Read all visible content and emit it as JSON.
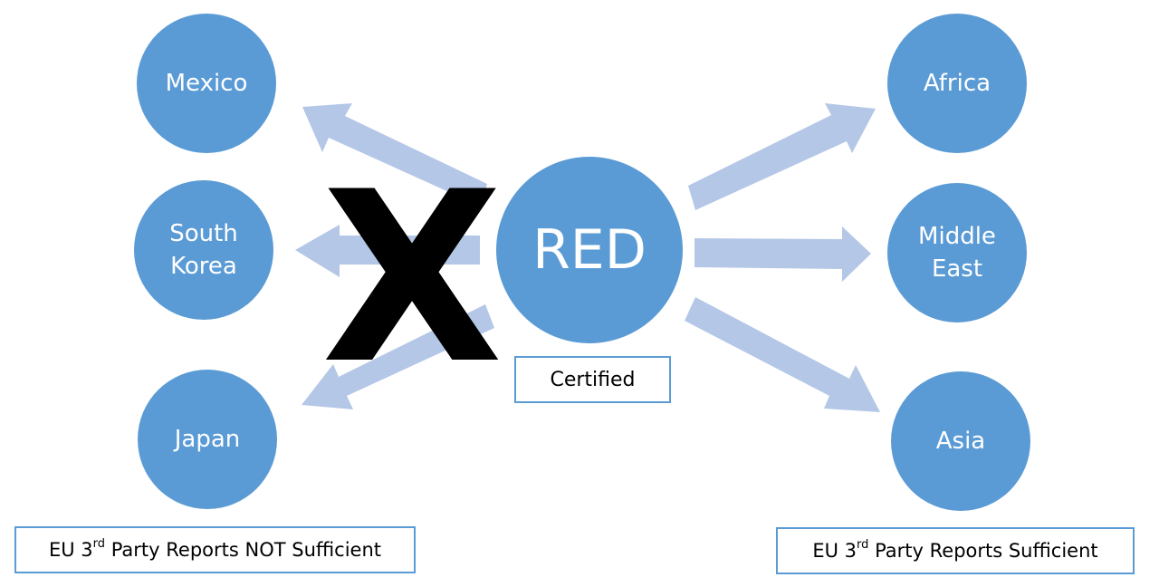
{
  "center": {
    "label": "RED",
    "caption": "Certified"
  },
  "left_nodes": [
    {
      "lines": [
        "Mexico"
      ]
    },
    {
      "lines": [
        "South",
        "Korea"
      ]
    },
    {
      "lines": [
        "Japan"
      ]
    }
  ],
  "right_nodes": [
    {
      "lines": [
        "Africa"
      ]
    },
    {
      "lines": [
        "Middle",
        "East"
      ]
    },
    {
      "lines": [
        "Asia"
      ]
    }
  ],
  "blocked_mark": "X",
  "left_caption": {
    "prefix": "EU 3",
    "sup": "rd",
    "suffix": " Party Reports NOT Sufficient"
  },
  "right_caption": {
    "prefix": "EU 3",
    "sup": "rd",
    "suffix": " Party Reports Sufficient"
  },
  "colors": {
    "node": "#5b9bd5",
    "arrow": "#b4c7e7",
    "text_on_node": "#ffffff"
  }
}
